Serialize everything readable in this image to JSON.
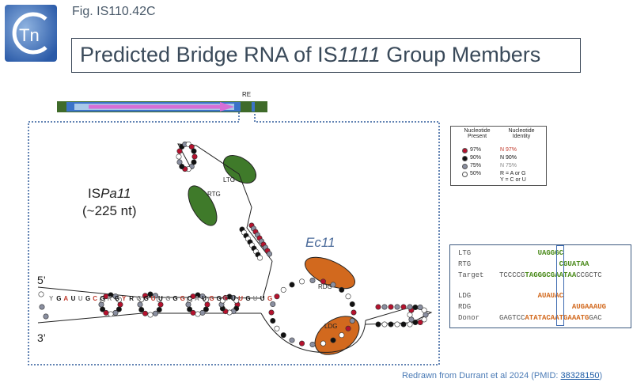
{
  "header": {
    "fig_label": "Fig. IS110.42C",
    "title_prefix": "Predicted Bridge RNA of IS",
    "title_italic": "1111",
    "title_suffix": " Group Members",
    "logo_text": "Tn"
  },
  "diagram": {
    "re_label": "RE",
    "is_name_prefix": "IS",
    "is_name_italic": "Pa11",
    "is_size": "(~225 nt)",
    "ec_label": "Ec11",
    "end5": "5’",
    "end3": "3’",
    "regions": {
      "ltg": "LTG",
      "rtg": "RTG",
      "rdg": "RDG",
      "ldg": "LDG"
    }
  },
  "legend": {
    "col1_title": "Nucleotide Present",
    "col2_title": "Nucleotide Identity",
    "rows": [
      {
        "present": "97%",
        "identity": "N 97%"
      },
      {
        "present": "90%",
        "identity": "N 90%"
      },
      {
        "present": "75%",
        "identity": "N 75%"
      },
      {
        "present": "50%",
        "identity": "R = A or G"
      }
    ],
    "extra": "Y = C or U"
  },
  "sequences": {
    "rows": [
      {
        "label": "LTG",
        "segments": [
          {
            "t": "         ",
            "c": "gray"
          },
          {
            "t": "UAGGGC",
            "c": "green"
          }
        ]
      },
      {
        "label": "RTG",
        "segments": [
          {
            "t": "              ",
            "c": "gray"
          },
          {
            "t": "CGUATAA",
            "c": "green"
          }
        ]
      },
      {
        "label": "Target",
        "segments": [
          {
            "t": "TCCCCG",
            "c": "gray"
          },
          {
            "t": "TAGGGCGAATAA",
            "c": "green"
          },
          {
            "t": "CCGCTC",
            "c": "gray"
          }
        ]
      },
      {
        "label": "LDG",
        "segments": [
          {
            "t": "         ",
            "c": "gray"
          },
          {
            "t": "AUAUAC",
            "c": "orange"
          }
        ]
      },
      {
        "label": "RDG",
        "segments": [
          {
            "t": "                 ",
            "c": "gray"
          },
          {
            "t": "AUGAAAUG",
            "c": "orange"
          }
        ]
      },
      {
        "label": "Donor",
        "segments": [
          {
            "t": "GAGTCC",
            "c": "gray"
          },
          {
            "t": "ATATACAATGAAATG",
            "c": "orange"
          },
          {
            "t": "GAC",
            "c": "gray"
          }
        ]
      }
    ]
  },
  "credit": {
    "text": "Redrawn from Durrant et al 2024 (PMID: ",
    "pmid": "38328150",
    "close": ")"
  },
  "colors": {
    "green_guide": "#3f7a2a",
    "orange_guide": "#d2691e",
    "red_dot": "#b5122e",
    "black_dot": "#111111",
    "gray_dot": "#8a8fa0",
    "frame": "#2e5a9a"
  }
}
